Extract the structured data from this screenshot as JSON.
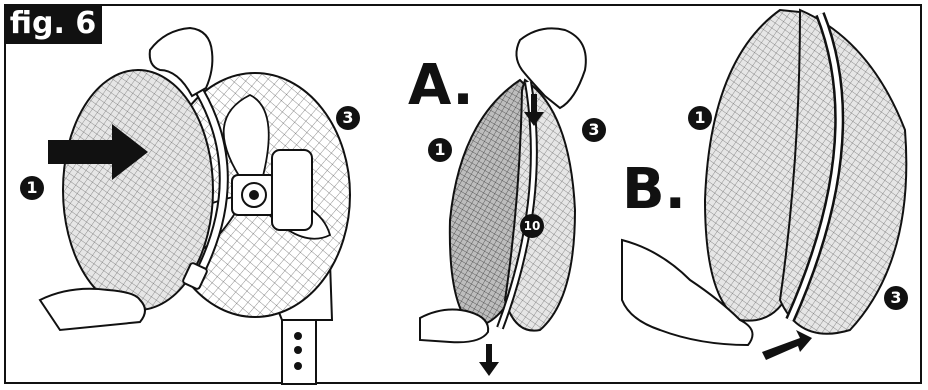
{
  "figure": {
    "tag": "fig. 6"
  },
  "panel_main": {
    "callouts": [
      "1",
      "3"
    ]
  },
  "panel_a": {
    "letter": "A.",
    "callouts": [
      "1",
      "3",
      "10"
    ]
  },
  "panel_b": {
    "letter": "B.",
    "callouts": [
      "1",
      "3"
    ]
  },
  "colors": {
    "ink": "#111111",
    "grille_fill": "#d9d9d9",
    "background": "#ffffff"
  }
}
